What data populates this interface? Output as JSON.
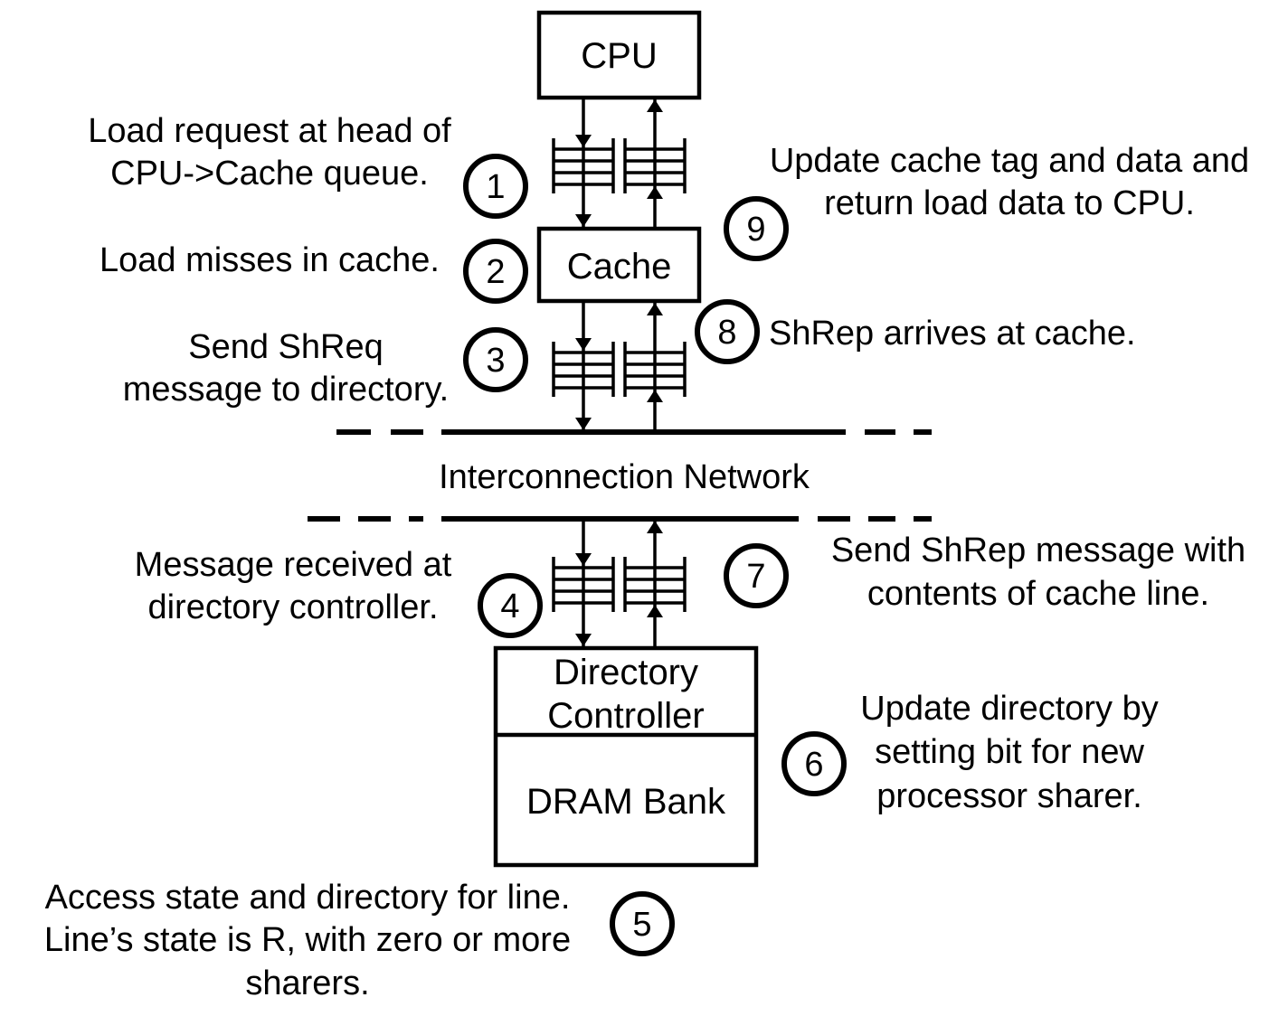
{
  "components": {
    "cpu": "CPU",
    "cache": "Cache",
    "network": "Interconnection Network",
    "directory_controller": [
      "Directory",
      "Controller"
    ],
    "dram_bank": "DRAM Bank"
  },
  "steps": [
    {
      "number": "1",
      "text": [
        "Load request at head of",
        "CPU->Cache queue."
      ]
    },
    {
      "number": "2",
      "text": [
        "Load misses in cache."
      ]
    },
    {
      "number": "3",
      "text": [
        "Send ShReq",
        "message to directory."
      ]
    },
    {
      "number": "4",
      "text": [
        "Message received at",
        "directory controller."
      ]
    },
    {
      "number": "5",
      "text": [
        "Access state and directory for line.",
        "Line’s state is R, with zero or more",
        "sharers."
      ]
    },
    {
      "number": "6",
      "text": [
        "Update directory by",
        "setting bit for new",
        "processor sharer."
      ]
    },
    {
      "number": "7",
      "text": [
        "Send ShRep message with",
        "contents of cache line."
      ]
    },
    {
      "number": "8",
      "text": [
        "ShRep arrives at cache."
      ]
    },
    {
      "number": "9",
      "text": [
        "Update cache tag and data and",
        "return load data to CPU."
      ]
    }
  ]
}
